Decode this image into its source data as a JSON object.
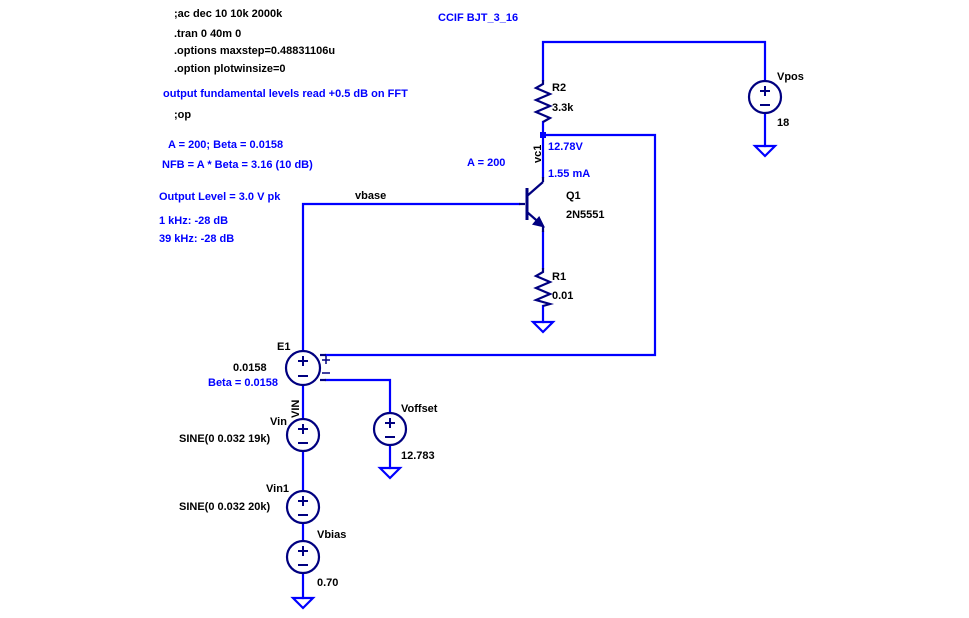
{
  "title": "CCIF BJT_3_16",
  "directives": [
    ";ac dec 10 10k 2000k",
    ".tran 0 40m 0",
    ".options maxstep=0.48831106u",
    ".option plotwinsize=0"
  ],
  "notes": {
    "fft_note": "output fundamental levels read +0.5 dB on FFT",
    "op": ";op",
    "a_beta": "A = 200;   Beta = 0.0158",
    "nfb": "NFB = A * Beta = 3.16  (10 dB)",
    "output_level": "Output Level = 3.0 V pk",
    "khz1": "1 kHz:  -28 dB",
    "khz39": "39 kHz:  -28 dB",
    "a_near_q1": "A = 200"
  },
  "net_labels": {
    "vbase": "vbase",
    "vc1": "vc1",
    "vin": "VIN"
  },
  "op_values": {
    "vc1_voltage": "12.78V",
    "q1_current": "1.55 mA"
  },
  "components": {
    "r2": {
      "name": "R2",
      "value": "3.3k"
    },
    "r1": {
      "name": "R1",
      "value": "0.01"
    },
    "q1": {
      "name": "Q1",
      "value": "2N5551"
    },
    "vpos": {
      "name": "Vpos",
      "value": "18"
    },
    "e1": {
      "name": "E1",
      "value": "0.0158",
      "label": "Beta = 0.0158"
    },
    "voffset": {
      "name": "Voffset",
      "value": "12.783"
    },
    "vin": {
      "name": "Vin",
      "value": "SINE(0 0.032 19k)"
    },
    "vin1": {
      "name": "Vin1",
      "value": "SINE(0 0.032 20k)"
    },
    "vbias": {
      "name": "Vbias",
      "value": "0.70"
    }
  },
  "colors": {
    "wire": "#0000ff",
    "component": "#000080",
    "text": "#000000",
    "annotation": "#0000ff"
  }
}
